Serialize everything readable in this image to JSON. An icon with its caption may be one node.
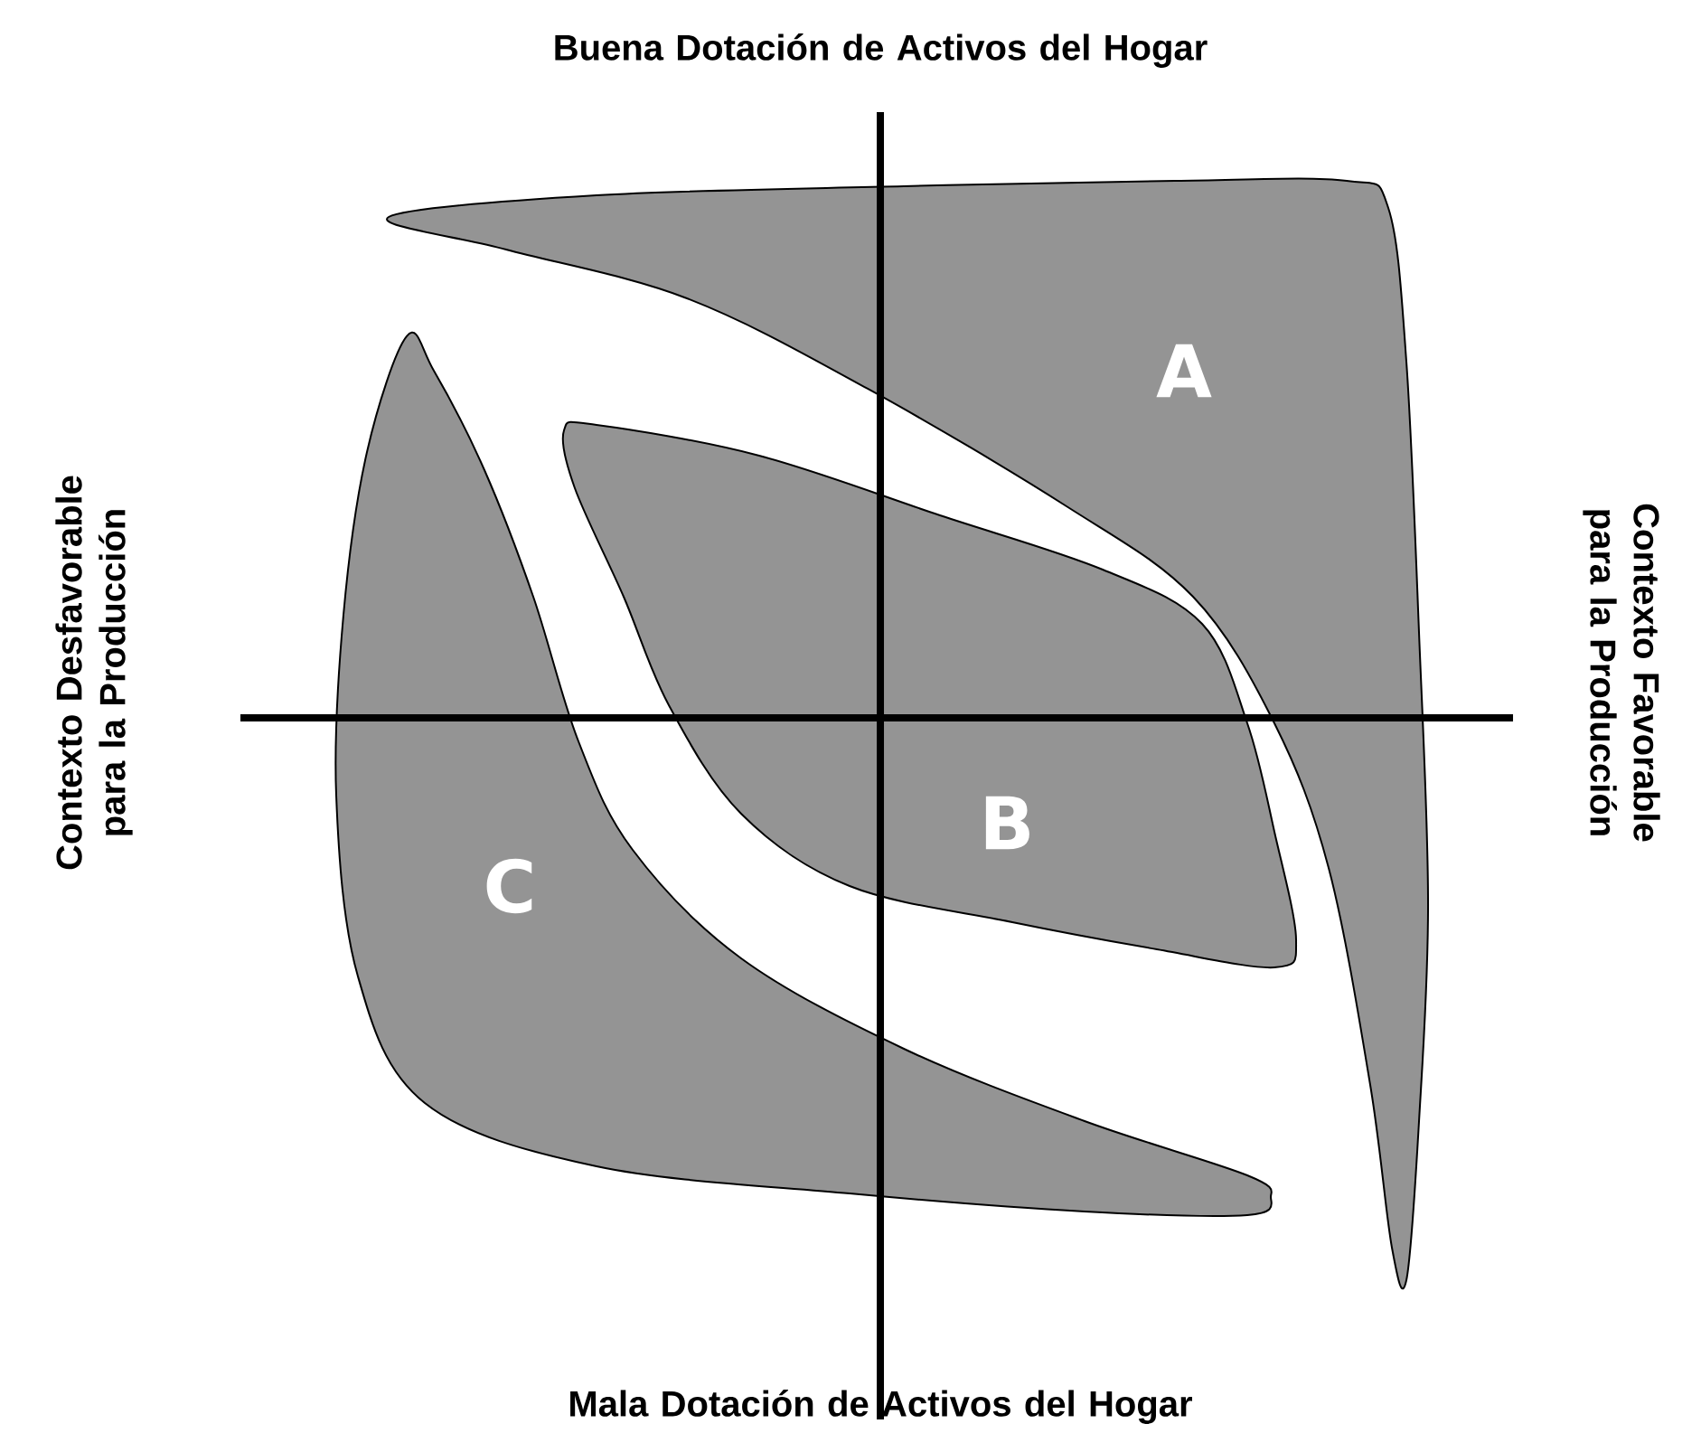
{
  "diagram": {
    "nodes": [
      {
        "text": [
          "A"
        ]
      },
      {
        "text": [
          "B"
        ]
      },
      {
        "text": [
          "C"
        ]
      }
    ],
    "labels": [
      "Buena Dotación de Activos del Hogar",
      "Contexto Desfavorable para la Producción",
      "Contexto Favorable para la Producción",
      "Mala Dotación de Activos del Hogar"
    ]
  }
}
